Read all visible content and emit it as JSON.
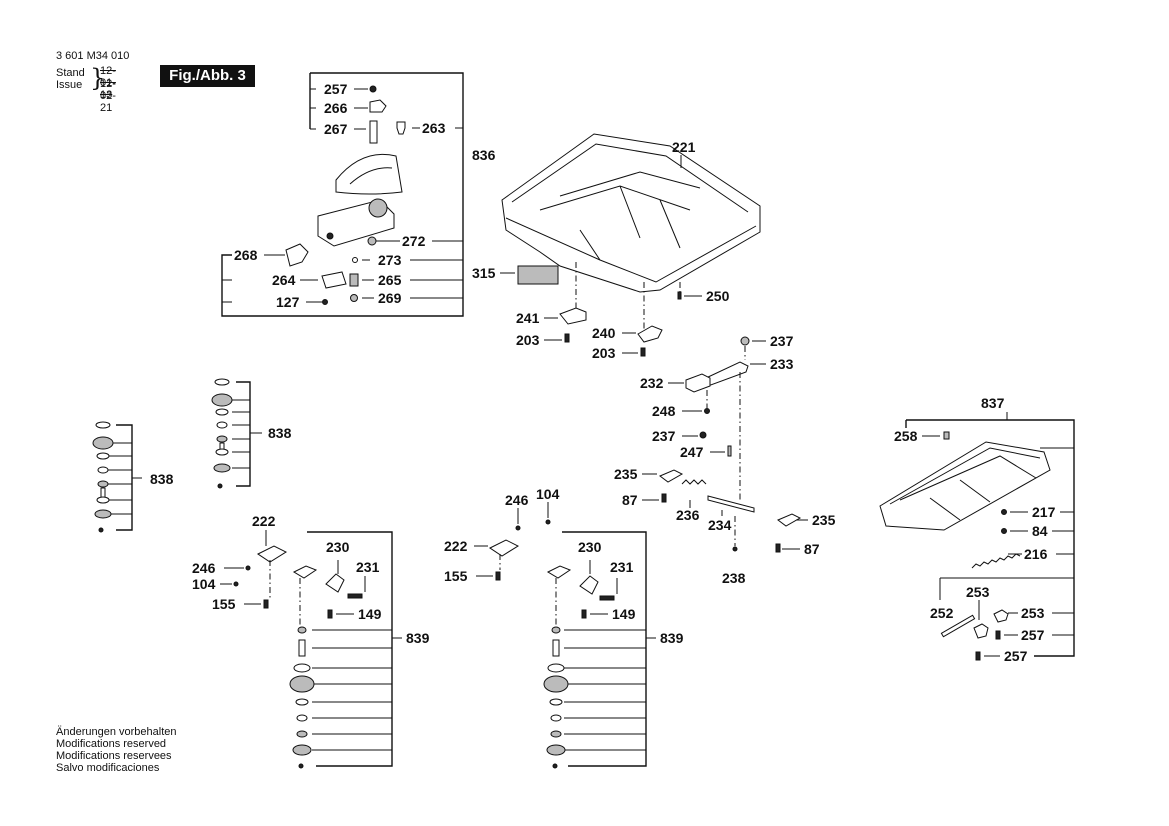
{
  "header": {
    "doc_number": "3 601 M34 010",
    "stand_label": "Stand",
    "issue_label": "Issue",
    "stand_date": "12-01-13",
    "issue_date": "12-02-21",
    "figure_label": "Fig./Abb. 3"
  },
  "footer": {
    "notes": [
      "Änderungen vorbehalten",
      "Modifications reserved",
      "Modifications reservees",
      "Salvo modificaciones"
    ]
  },
  "callouts": {
    "miter_gauge_group": "836",
    "c257": "257",
    "c266": "266",
    "c267": "267",
    "c263": "263",
    "c272": "272",
    "c268": "268",
    "c273": "273",
    "c264": "264",
    "c265": "265",
    "c127": "127",
    "c269": "269",
    "table_top": "221",
    "label_plate": "315",
    "c250": "250",
    "c241": "241",
    "c240": "240",
    "c203a": "203",
    "c203b": "203",
    "rail_237a": "237",
    "rail_233": "233",
    "rail_232": "232",
    "rail_248": "248",
    "rail_237b": "237",
    "rail_247": "247",
    "rail_235a": "235",
    "rail_87a": "87",
    "rail_236": "236",
    "rail_234": "234",
    "rail_235b": "235",
    "rail_87b": "87",
    "rail_238": "238",
    "foot_left_group": "838",
    "foot_mid_group": "838",
    "clamp_l_222": "222",
    "clamp_l_230": "230",
    "clamp_l_246": "246",
    "clamp_l_231": "231",
    "clamp_l_104": "104",
    "clamp_l_155": "155",
    "clamp_l_149": "149",
    "clamp_l_group": "839",
    "clamp_r_246": "246",
    "clamp_r_104": "104",
    "clamp_r_222": "222",
    "clamp_r_230": "230",
    "clamp_r_155": "155",
    "clamp_r_231": "231",
    "clamp_r_149": "149",
    "clamp_r_group": "839",
    "ext_group": "837",
    "ext_258": "258",
    "ext_217": "217",
    "ext_84": "84",
    "ext_216": "216",
    "ext_253a": "253",
    "ext_253b": "253",
    "ext_252": "252",
    "ext_257a": "257",
    "ext_257b": "257"
  }
}
